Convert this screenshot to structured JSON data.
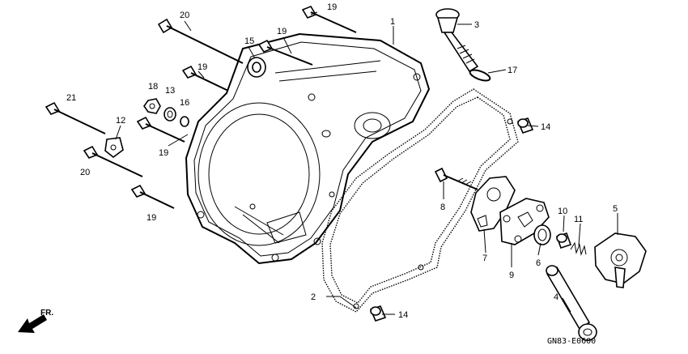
{
  "labels": {
    "p1": "1",
    "p2": "2",
    "p3": "3",
    "p4": "4",
    "p5": "5",
    "p6": "6",
    "p7": "7",
    "p8": "8",
    "p9": "9",
    "p10": "10",
    "p11": "11",
    "p12": "12",
    "p13": "13",
    "p14a": "14",
    "p14b": "14",
    "p15": "15",
    "p16": "16",
    "p17": "17",
    "p18": "18",
    "p19a": "19",
    "p19b": "19",
    "p19c": "19",
    "p19d": "19",
    "p19e": "19",
    "p20a": "20",
    "p20b": "20",
    "p21": "21"
  },
  "direction": "FR.",
  "drawing_code": "GN83-E0600"
}
